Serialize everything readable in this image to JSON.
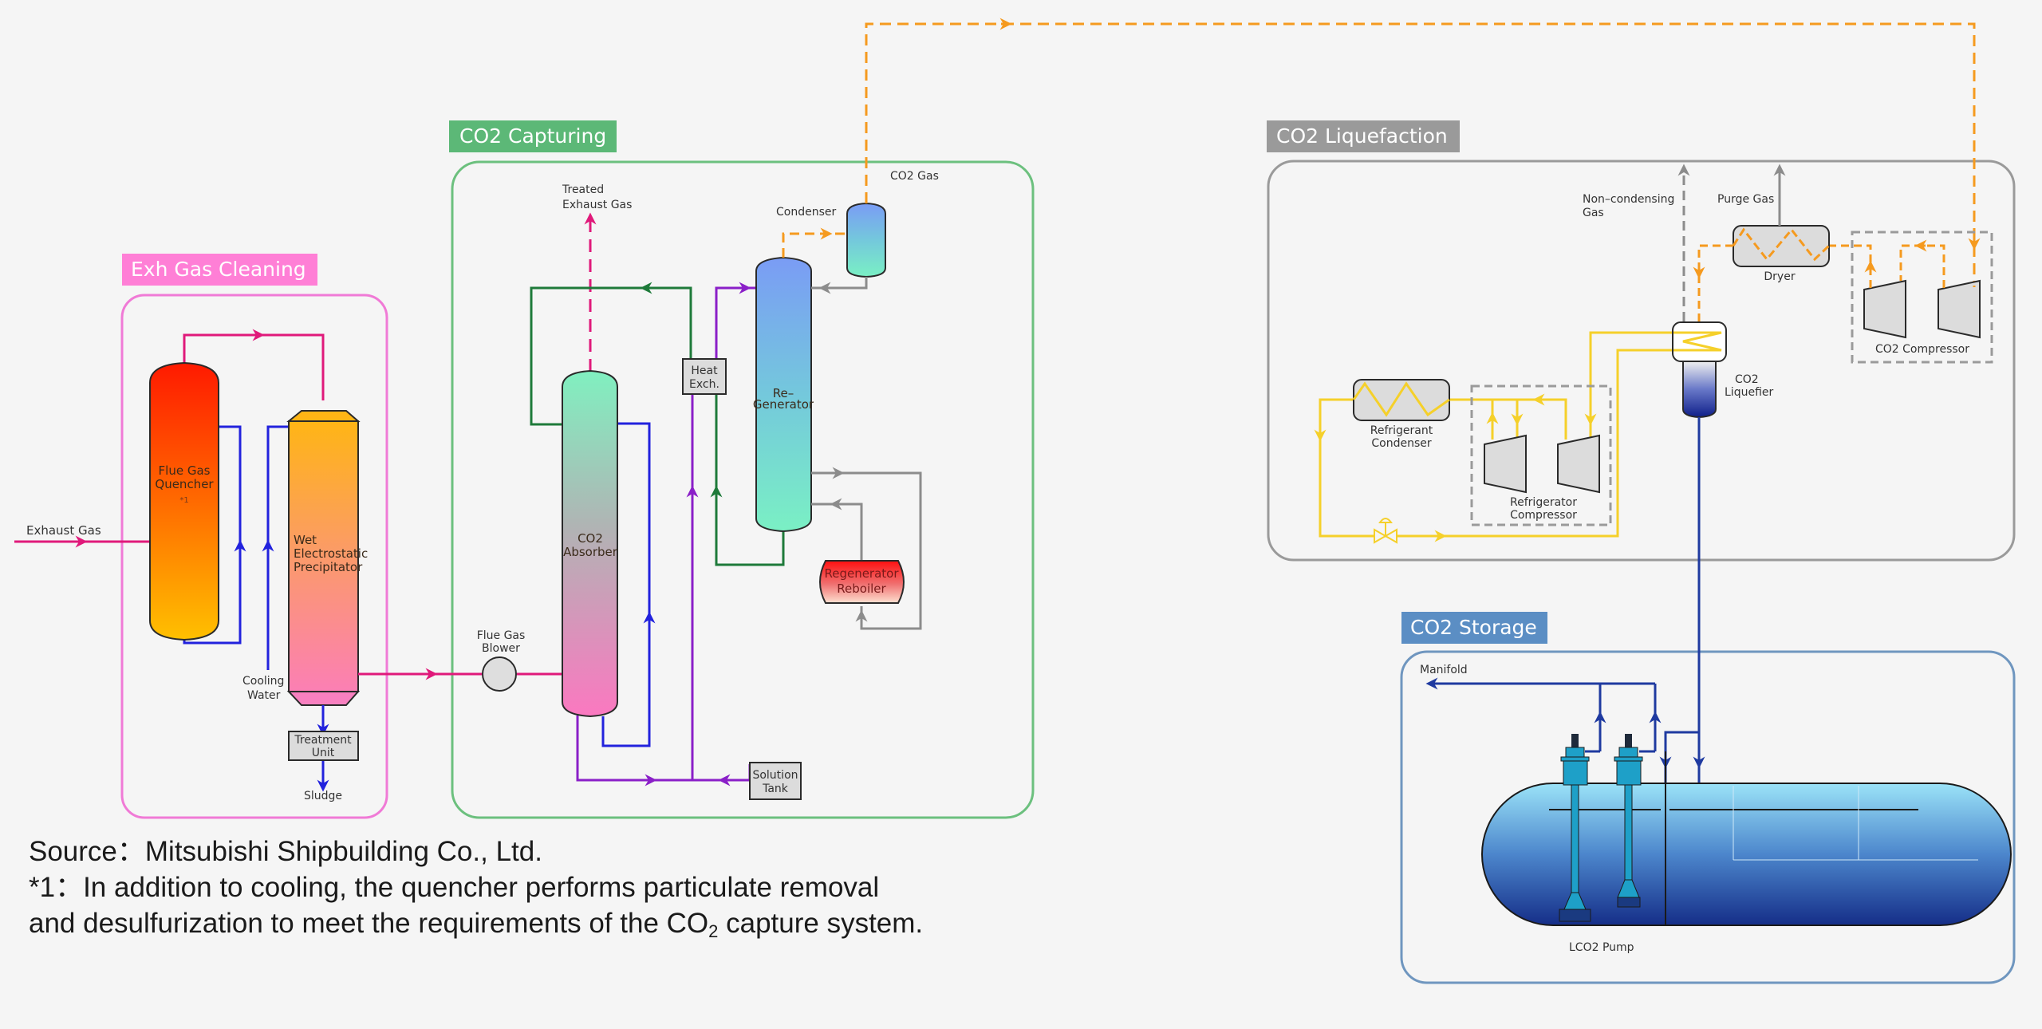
{
  "sections": {
    "exh_gas_cleaning": {
      "title": "Exh Gas Cleaning",
      "color": "#ff7fd6",
      "frame_color": "#f07ad6"
    },
    "co2_capturing": {
      "title": "CO2 Capturing",
      "color": "#5cb877",
      "frame_color": "#6cc07e"
    },
    "co2_liquefaction": {
      "title": "CO2 Liquefaction",
      "color": "#9a9a9a",
      "frame_color": "#9a9a9a"
    },
    "co2_storage": {
      "title": "CO2 Storage",
      "color": "#5b8ec4",
      "frame_color": "#6f96bf"
    }
  },
  "streams": {
    "exhaust_gas": "Exhaust Gas",
    "treated_exhaust_gas_1": "Treated",
    "treated_exhaust_gas_2": "Exhaust Gas",
    "co2_gas": "CO2 Gas",
    "cooling_water_1": "Cooling",
    "cooling_water_2": "Water",
    "sludge": "Sludge",
    "non_condensing_gas_1": "Non–condensing",
    "non_condensing_gas_2": "Gas",
    "purge_gas": "Purge Gas",
    "manifold": "Manifold"
  },
  "equipment": {
    "flue_gas_quencher_1": "Flue Gas",
    "flue_gas_quencher_2": "Quencher",
    "flue_gas_quencher_note": "*1",
    "wet_esp_1": "Wet",
    "wet_esp_2": "Electrostatic",
    "wet_esp_3": "Precipitator",
    "treatment_unit_1": "Treatment",
    "treatment_unit_2": "Unit",
    "flue_gas_blower_1": "Flue Gas",
    "flue_gas_blower_2": "Blower",
    "co2_absorber_1": "CO2",
    "co2_absorber_2": "Absorber",
    "heat_exch_1": "Heat",
    "heat_exch_2": "Exch.",
    "regenerator_1": "Re–",
    "regenerator_2": "Generator",
    "condenser": "Condenser",
    "regenerator_reboiler_1": "Regenerator",
    "regenerator_reboiler_2": "Reboiler",
    "solution_tank_1": "Solution",
    "solution_tank_2": "Tank",
    "refrigerant_condenser_1": "Refrigerant",
    "refrigerant_condenser_2": "Condenser",
    "refrigerator_compressor_1": "Refrigerator",
    "refrigerator_compressor_2": "Compressor",
    "co2_liquefier_1": "CO2",
    "co2_liquefier_2": "Liquefier",
    "dryer": "Dryer",
    "co2_compressor": "CO2 Compressor",
    "lco2_pump": "LCO2 Pump"
  },
  "line_colors": {
    "exhaust": "#e0197a",
    "cooling": "#2222dd",
    "lean_solvent": "#1e7a3a",
    "rich_solvent": "#8a1fc8",
    "steam": "#8c8c8c",
    "co2_gas": "#f59a1f",
    "refrigerant": "#f5d02a",
    "lco2": "#1f3aa0",
    "vent": "#888888"
  },
  "footnote": {
    "source": "Source：Mitsubishi Shipbuilding Co., Ltd.",
    "note_line1": "*1：In addition to cooling, the quencher performs particulate removal",
    "note_line2_pre": "and desulfurization to meet the requirements of the CO",
    "note_line2_sub": "2",
    "note_line2_post": " capture system."
  }
}
